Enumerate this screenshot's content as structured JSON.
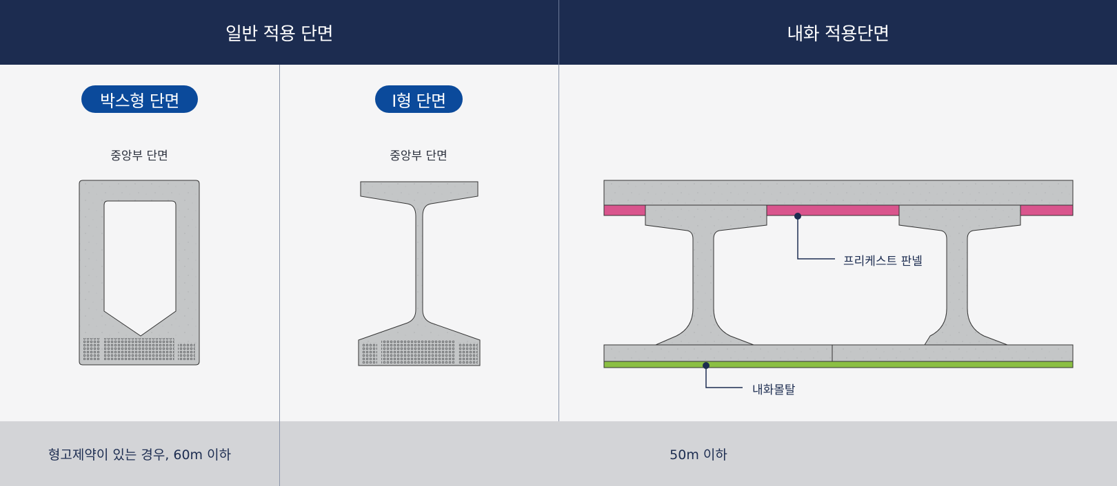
{
  "header": {
    "general_title": "일반 적용 단면",
    "fireproof_title": "내화 적용단면"
  },
  "sections": {
    "box": {
      "badge": "박스형 단면",
      "sublabel": "중앙부 단면"
    },
    "i_type": {
      "badge": "I형 단면",
      "sublabel": "중앙부 단면"
    }
  },
  "fireproof": {
    "precast_label": "프리케스트 판넬",
    "mortar_label": "내화몰탈"
  },
  "footer": {
    "box_note": "형고제약이 있는 경우, 60m 이하",
    "span_note": "50m 이하"
  },
  "colors": {
    "header_bg": "#1c2c50",
    "badge_bg": "#0b4a9b",
    "concrete": "#c4c6c7",
    "precast_panel": "#d9558d",
    "fire_mortar": "#8bbf44",
    "footer_bg": "#d3d4d7"
  }
}
